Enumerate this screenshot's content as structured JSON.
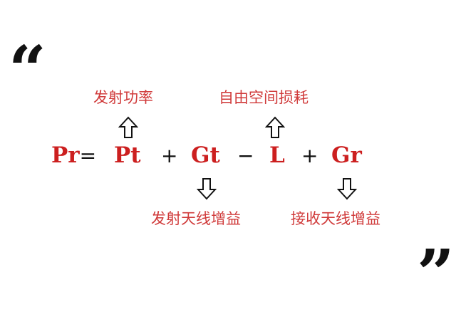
{
  "quotes": {
    "open": "“",
    "close": "”"
  },
  "formula": {
    "terms": [
      {
        "id": "pr",
        "text": "Pr",
        "type": "var"
      },
      {
        "id": "eq",
        "text": "=",
        "type": "op"
      },
      {
        "id": "pt",
        "text": "Pt",
        "type": "var"
      },
      {
        "id": "plus1",
        "text": "+",
        "type": "op"
      },
      {
        "id": "gt",
        "text": "Gt",
        "type": "var"
      },
      {
        "id": "minus",
        "text": "−",
        "type": "op"
      },
      {
        "id": "l",
        "text": "L",
        "type": "var"
      },
      {
        "id": "plus2",
        "text": "+",
        "type": "op"
      },
      {
        "id": "gr",
        "text": "Gr",
        "type": "var"
      }
    ]
  },
  "annotations": {
    "pt": {
      "label": "发射功率",
      "arrow": "up-arrow"
    },
    "l": {
      "label": "自由空间损耗",
      "arrow": "up-arrow"
    },
    "gt": {
      "label": "发射天线增益",
      "arrow": "down-arrow"
    },
    "gr": {
      "label": "接收天线增益",
      "arrow": "down-arrow"
    }
  },
  "colors": {
    "term": "#cc1f1f",
    "label": "#d03a3a",
    "operator": "#111111",
    "background": "#ffffff"
  }
}
